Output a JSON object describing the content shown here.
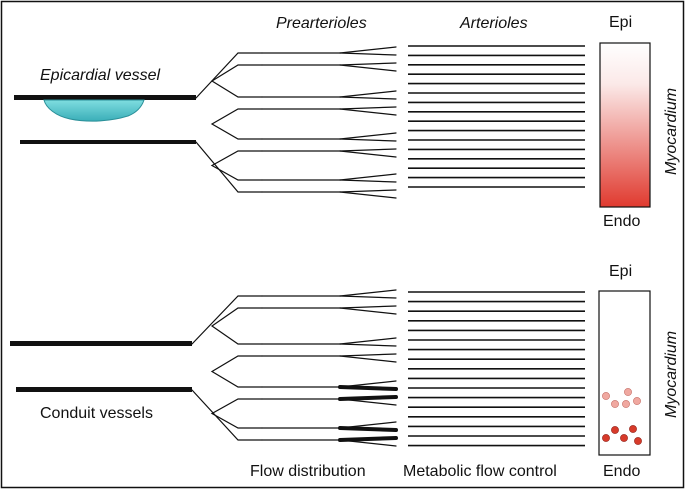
{
  "labels": {
    "prearterioles": "Prearterioles",
    "arterioles": "Arterioles",
    "epicardial_vessel": "Epicardial vessel",
    "conduit_vessels": "Conduit vessels",
    "flow_distribution": "Flow distribution",
    "metabolic_flow_control": "Metabolic flow control",
    "epi_top": "Epi",
    "endo_top": "Endo",
    "myocardium_top": "Myocardium",
    "epi_bottom": "Epi",
    "endo_bottom": "Endo",
    "myocardium_bottom": "Myocardium"
  },
  "colors": {
    "stroke": "#111111",
    "plaque_fill": "#4cc4c9",
    "plaque_edge": "#2a8f98",
    "gradient_top": "#ffffff",
    "gradient_bottom": "#e03a2f",
    "dot_dark": "#d73a2a",
    "dot_light": "#f0a8a0"
  }
}
